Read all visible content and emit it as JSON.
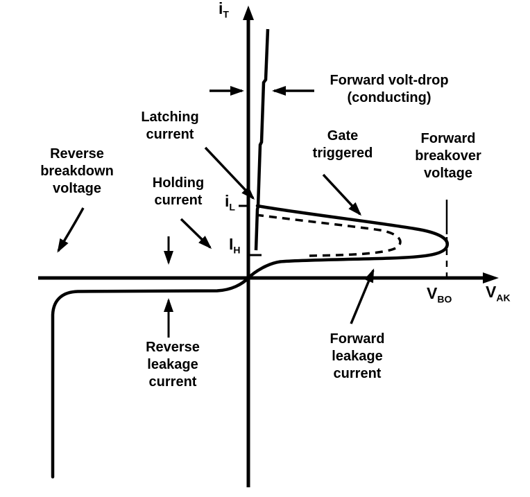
{
  "figure": {
    "type": "thyristor-vi-characteristic",
    "colors": {
      "ink": "#000000",
      "background": "#ffffff"
    },
    "axes": {
      "y_label": {
        "base": "i",
        "sub": "T"
      },
      "x_label": {
        "base": "V",
        "sub": "AK"
      },
      "x_tick_breakover": {
        "base": "V",
        "sub": "BO"
      },
      "y_tick_latching": {
        "base": "i",
        "sub": "L"
      },
      "y_tick_holding": {
        "base": "I",
        "sub": "H"
      }
    },
    "annotations": {
      "forward_volt_drop": "Forward volt-drop\n(conducting)",
      "latching_current": "Latching\ncurrent",
      "gate_triggered": "Gate\ntriggered",
      "forward_breakover": "Forward\nbreakover\nvoltage",
      "reverse_breakdown": "Reverse\nbreakdown\nvoltage",
      "holding_current": "Holding\ncurrent",
      "reverse_leakage": "Reverse\nleakage\ncurrent",
      "forward_leakage": "Forward\nleakage\ncurrent"
    }
  }
}
